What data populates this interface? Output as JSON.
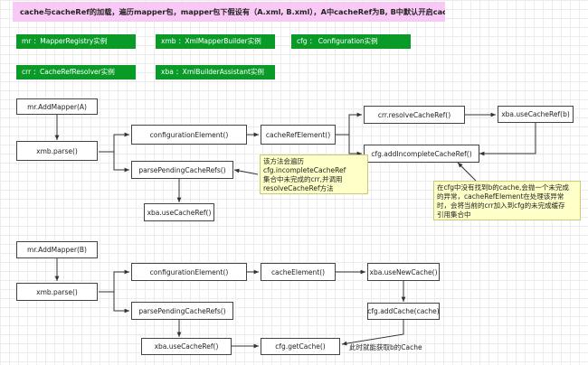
{
  "title": "cache与cacheRef的加载，遍历mapper包，mapper包下假设有（A.xml, B.xml），A中cacheRef为B, B中默认开启cache",
  "legend": [
    {
      "label": "mr ：MapperRegistry实例"
    },
    {
      "label": "xmb ：XmlMapperBuilder实例"
    },
    {
      "label": "cfg ： Configuration实例"
    },
    {
      "label": "crr ：CacheRefResolver实例"
    },
    {
      "label": "xba ：XmlBuilderAssistant实例"
    }
  ],
  "flow_a": {
    "add_mapper": "mr.AddMapper(A)",
    "parse": "xmb.parse()",
    "configuration_element": "configurationElement()",
    "parse_pending": "parsePendingCacheRefs()",
    "use_cache_ref_bottom": "xba.useCacheRef()",
    "cache_ref_element": "cacheRefElement()",
    "resolve_cache_ref": "crr.resolveCacheRef()",
    "use_cache_ref_b": "xba.useCacheRef(b)",
    "add_incomplete": "cfg.addIncompleteCacheRef()",
    "note_parse_pending": [
      "该方法会遍历",
      "cfg.incompleteCacheRef",
      "集合中未完成的crr,并调用",
      "resolveCacheRef方法"
    ],
    "note_exception": [
      "在cfg中没有找到b的cache,会抛一个未完成",
      "的异常，cacheRefElement在处理该异常",
      "时，会将当前的crr加入到cfg的未完成缓存",
      "引用集合中"
    ]
  },
  "flow_b": {
    "add_mapper": "mr.AddMapper(B)",
    "parse": "xmb.parse()",
    "configuration_element": "configurationElement()",
    "parse_pending": "parsePendingCacheRefs()",
    "cache_element": "cacheElement()",
    "use_new_cache": "xba.useNewCache()",
    "add_cache": "cfg.addCache(cache)",
    "use_cache_ref": "xba.useCacheRef()",
    "get_cache": "cfg.getCache()",
    "note_get_cache": "此时就能获取b的Cache"
  }
}
